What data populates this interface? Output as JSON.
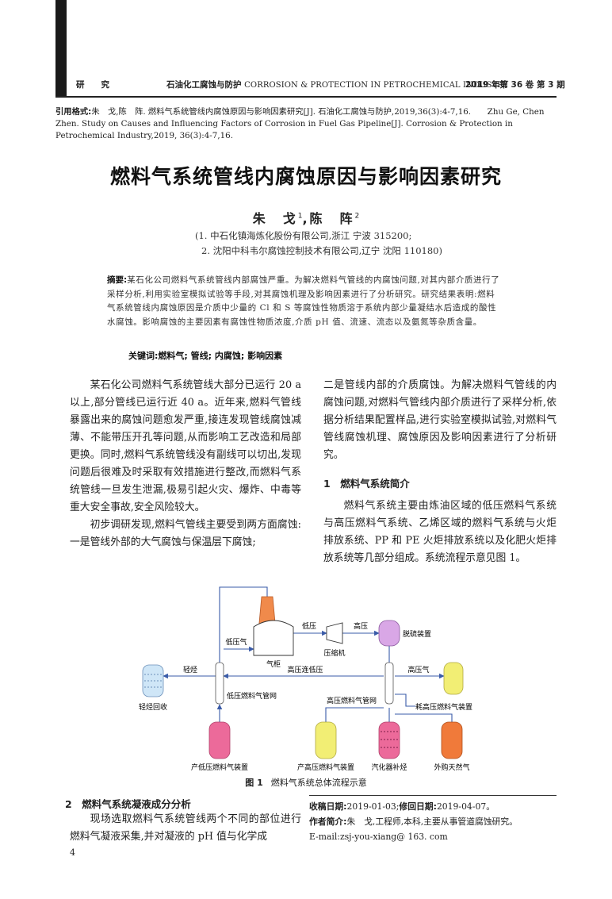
{
  "header": {
    "section": "研　　究",
    "journal_cn": "石油化工腐蚀与防护",
    "journal_en": "CORROSION & PROTECTION IN PETROCHEMICAL INDUSTRY",
    "issue": "2019 年第 36 卷 第 3 期"
  },
  "citation": {
    "label": "引用格式:",
    "text": "朱　戈,陈　阵. 燃料气系统管线内腐蚀原因与影响因素研究[J]. 石油化工腐蚀与防护,2019,36(3):4-7,16.　　Zhu Ge, Chen Zhen. Study on Causes and Influencing Factors of Corrosion in Fuel Gas Pipeline[J]. Corrosion & Protection in Petrochemical Industry,2019, 36(3):4-7,16."
  },
  "title": "燃料气系统管线内腐蚀原因与影响因素研究",
  "authors": {
    "a1": "朱　戈",
    "a1_sup": "1",
    "sep": ",",
    "a2": "陈　阵",
    "a2_sup": "2"
  },
  "affiliations": [
    "(1. 中石化镇海炼化股份有限公司,浙江 宁波 315200;",
    "2. 沈阳中科韦尔腐蚀控制技术有限公司,辽宁 沈阳 110180)"
  ],
  "abstract": {
    "label": "摘要:",
    "text": "某石化公司燃料气系统管线内部腐蚀严重。为解决燃料气管线的内腐蚀问题,对其内部介质进行了采样分析,利用实验室模拟试验等手段,对其腐蚀机理及影响因素进行了分析研究。研究结果表明:燃料气系统管线内腐蚀原因是介质中少量的 Cl 和 S 等腐蚀性物质溶于系统内部少量凝结水后造成的酸性水腐蚀。影响腐蚀的主要因素有腐蚀性物质浓度,介质 pH 值、流速、流态以及氨氮等杂质含量。"
  },
  "keywords": {
    "label": "关键词:",
    "text": "燃料气; 管线; 内腐蚀; 影响因素"
  },
  "body_left": [
    "某石化公司燃料气系统管线大部分已运行 20 a 以上,部分管线已运行近 40 a。近年来,燃料气管线暴露出来的腐蚀问题愈发严重,接连发现管线腐蚀减薄、不能带压开孔等问题,从而影响工艺改造和局部更换。同时,燃料气系统管线没有副线可以切出,发现问题后很难及时采取有效措施进行整改,而燃料气系统管线一旦发生泄漏,极易引起火灾、爆炸、中毒等重大安全事故,安全风险较大。",
    "初步调研发现,燃料气管线主要受到两方面腐蚀:一是管线外部的大气腐蚀与保温层下腐蚀;"
  ],
  "body_right_p1": "二是管线内部的介质腐蚀。为解决燃料气管线的内腐蚀问题,对燃料气管线内部介质进行了采样分析,依据分析结果配置样品,进行实验室模拟试验,对燃料气管线腐蚀机理、腐蚀原因及影响因素进行了分析研究。",
  "section1": {
    "heading": "1　燃料气系统简介",
    "text": "燃料气系统主要由炼油区域的低压燃料气系统与高压燃料气系统、乙烯区域的燃料气系统与火炬排放系统、PP 和 PE 火炬排放系统以及化肥火炬排放系统等几部分组成。系统流程示意见图 1。"
  },
  "figure": {
    "labels": {
      "torch": "火炬",
      "gasholder": "气柜",
      "low_pressure_gas": "低压气",
      "low_pressure": "低压",
      "high_pressure": "高压",
      "compressor": "压缩机",
      "desulfurization": "脱硫装置",
      "light_hc": "轻烃",
      "light_hc_recovery": "轻烃回收",
      "hp_to_lp": "高压连低压",
      "hp_gas": "高压气",
      "lp_network": "低压燃料气管网",
      "hp_network": "高压燃料气管网",
      "hp_consumer": "耗高压燃料气装置",
      "lp_producer": "产低压燃料气装置",
      "hp_producer": "产高压燃料气装置",
      "steam_cracker": "汽化器补烃",
      "natural_gas": "外购天然气"
    },
    "caption_num": "图 1",
    "caption_text": "燃料气系统总体流程示意"
  },
  "section2": {
    "heading": "2　燃料气系统凝液成分分析",
    "text": "现场选取燃料气系统管线两个不同的部位进行燃料气凝液采集,并对凝液的 pH 值与化学成"
  },
  "footnote": {
    "received_label": "收稿日期:",
    "received": "2019-01-03",
    "sep": ";",
    "revised_label": "修回日期:",
    "revised": "2019-04-07。",
    "author_label": "作者简介:",
    "author": "朱　戈,工程师,本科,主要从事管道腐蚀研究。",
    "email": "E-mail:zsj-you-xiang@ 163. com"
  },
  "page_number": "4",
  "colors": {
    "torch": "#f08a4b",
    "pink": "#ec6a9a",
    "yellow": "#f2ee74",
    "violet": "#d9a7e6",
    "orange": "#f07a3a",
    "blue_line": "#3a5ba8"
  }
}
